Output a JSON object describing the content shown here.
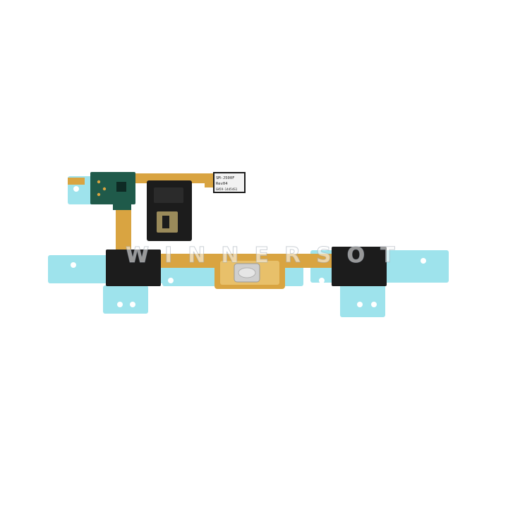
{
  "image": {
    "subject": "flex-cable-assembly"
  },
  "part_label": {
    "line1": "SM-J500F",
    "line2": "Rev04",
    "line3": "GH59-14454S1"
  },
  "watermark": {
    "text": "WINNERSOT"
  },
  "colors": {
    "background": "#ffffff",
    "flex_cable": "#d9a441",
    "blue_tape": "#9ee3ec",
    "black_pad": "#1c1c1c",
    "pcb_green": "#1f5a4a"
  }
}
